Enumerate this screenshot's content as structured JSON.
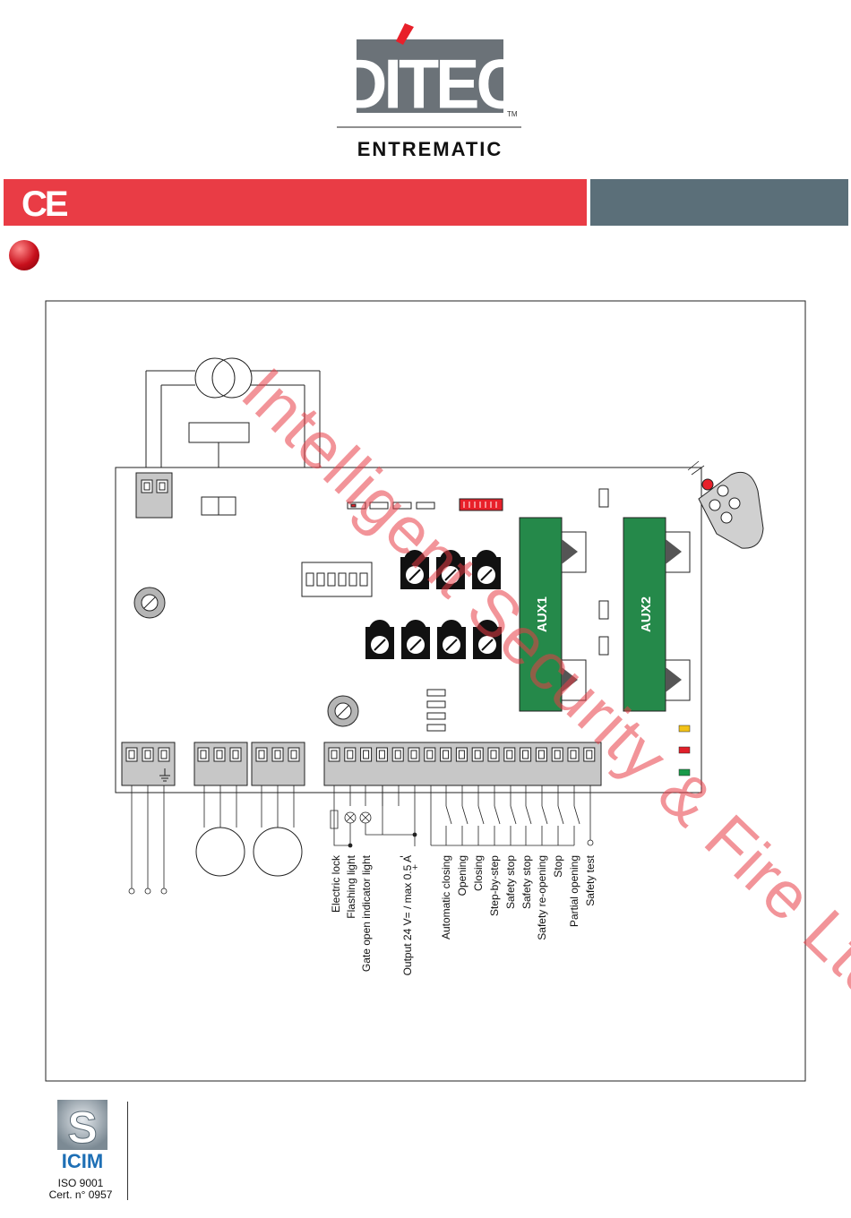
{
  "header": {
    "brand": "DITEC",
    "trademark": "TM",
    "sub_brand": "ENTREMATIC",
    "ce_mark": "CE",
    "colors": {
      "red_bar": "#e93c45",
      "grey_bar": "#5b6f79",
      "logo_grey": "#6b7278",
      "accent_red": "#e8202a"
    }
  },
  "board": {
    "aux1_label": "AUX1",
    "aux2_label": "AUX2",
    "module_color": "#25894a",
    "led_colors": [
      "#f2c218",
      "#e0202a",
      "#1a9a4a"
    ]
  },
  "terminals": {
    "output_minus": "-",
    "output_plus": "+",
    "labels": [
      "Electric lock",
      "Flashing light",
      "Gate open indicator light",
      "Output 24 V= / max 0.5 A",
      "Automatic closing",
      "Opening",
      "Closing",
      "Step-by-step",
      "Safety stop",
      "Safety stop",
      "Safety re-opening",
      "Stop",
      "Partial opening",
      "Safety test"
    ]
  },
  "watermark": "Intelligent Security & Fire Ltd.",
  "footer": {
    "cert_logo_letter": "S",
    "cert_logo_name": "ICIM",
    "iso_line": "ISO 9001",
    "cert_line": "Cert. n° 0957"
  }
}
